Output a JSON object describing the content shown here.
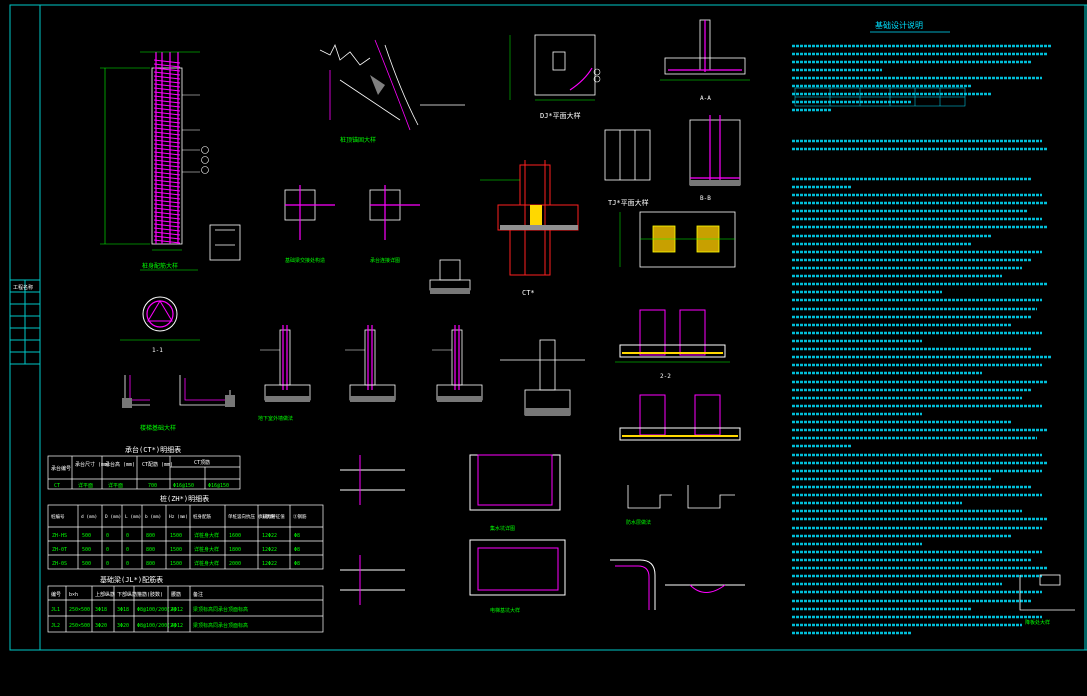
{
  "colors": {
    "background": "#000000",
    "frame": "#00c8c8",
    "rebar": "#ff00ff",
    "dims": "#00ff00",
    "text_cyan": "#00e0ff",
    "white": "#ffffff",
    "yellow": "#ffff00",
    "red": "#ff2020"
  },
  "drawing": {
    "notes_title": "基础设计说明",
    "pile_detail_title": "桩身配筋大样",
    "sections": {
      "ct_title": "CT*",
      "plan_title": "DJ*平面大样",
      "tj_title": "TJ*平面大样",
      "section_aa": "A-A",
      "section_bb": "B-B",
      "section_11": "1-1",
      "section_22": "2-2"
    },
    "small_captions": {
      "pile_top": "桩顶锚固大样",
      "cap_joint": "承台连接详图",
      "pit1": "集水坑详图",
      "pit2": "电梯基坑大样",
      "stair": "楼梯基础大样",
      "wall_base": "地下室外墙做法",
      "waterproof": "防水层做法",
      "beam_joint": "基础梁交接处构造"
    },
    "table_ct": {
      "title": "承台(CT*)明细表",
      "headers": [
        "承台编号",
        "承台尺寸\n(mm)",
        "承台高\n(mm)",
        "CT配筋\n(mm)",
        "CT顶筋"
      ],
      "rows": [
        [
          "CT",
          "详平面",
          "详平面",
          "700",
          "Φ16@150",
          "Φ16@150"
        ]
      ]
    },
    "table_zh": {
      "title": "桩(ZH*)明细表",
      "headers": [
        "桩编号",
        "d\n(mm)",
        "D\n(mm)",
        "L\n(mm)",
        "b\n(mm)",
        "Hz\n(mm)",
        "桩身配筋",
        "单桩竖向抗压\n承载力特征值",
        "①钢筋",
        "②钢筋"
      ],
      "rows": [
        [
          "ZH-HS",
          "500",
          "0",
          "0",
          "800",
          "1500",
          "详桩身大样",
          "1600",
          "12Φ22",
          "Φ8"
        ],
        [
          "ZH-0T",
          "500",
          "0",
          "0",
          "800",
          "1500",
          "详桩身大样",
          "1800",
          "12Φ22",
          "Φ8"
        ],
        [
          "ZH-0S",
          "500",
          "0",
          "0",
          "800",
          "1500",
          "详桩身大样",
          "2000",
          "12Φ22",
          "Φ8"
        ]
      ]
    },
    "table_jl": {
      "title": "基础梁(JL*)配筋表",
      "headers": [
        "编号",
        "b×h",
        "上部纵筋",
        "下部纵筋",
        "箍筋(肢数)",
        "腰筋",
        "备注"
      ],
      "rows": [
        [
          "JL1",
          "250×500",
          "3Φ18",
          "3Φ18",
          "Φ8@100/200(2)",
          "4Φ12",
          "梁顶标高同承台顶面标高"
        ],
        [
          "JL2",
          "250×500",
          "3Φ20",
          "3Φ20",
          "Φ8@100/200(2)",
          "4Φ12",
          "梁顶标高同承台顶面标高"
        ]
      ]
    },
    "side_detail_caption": "降板处大样",
    "title_block_label": "工程名称"
  }
}
